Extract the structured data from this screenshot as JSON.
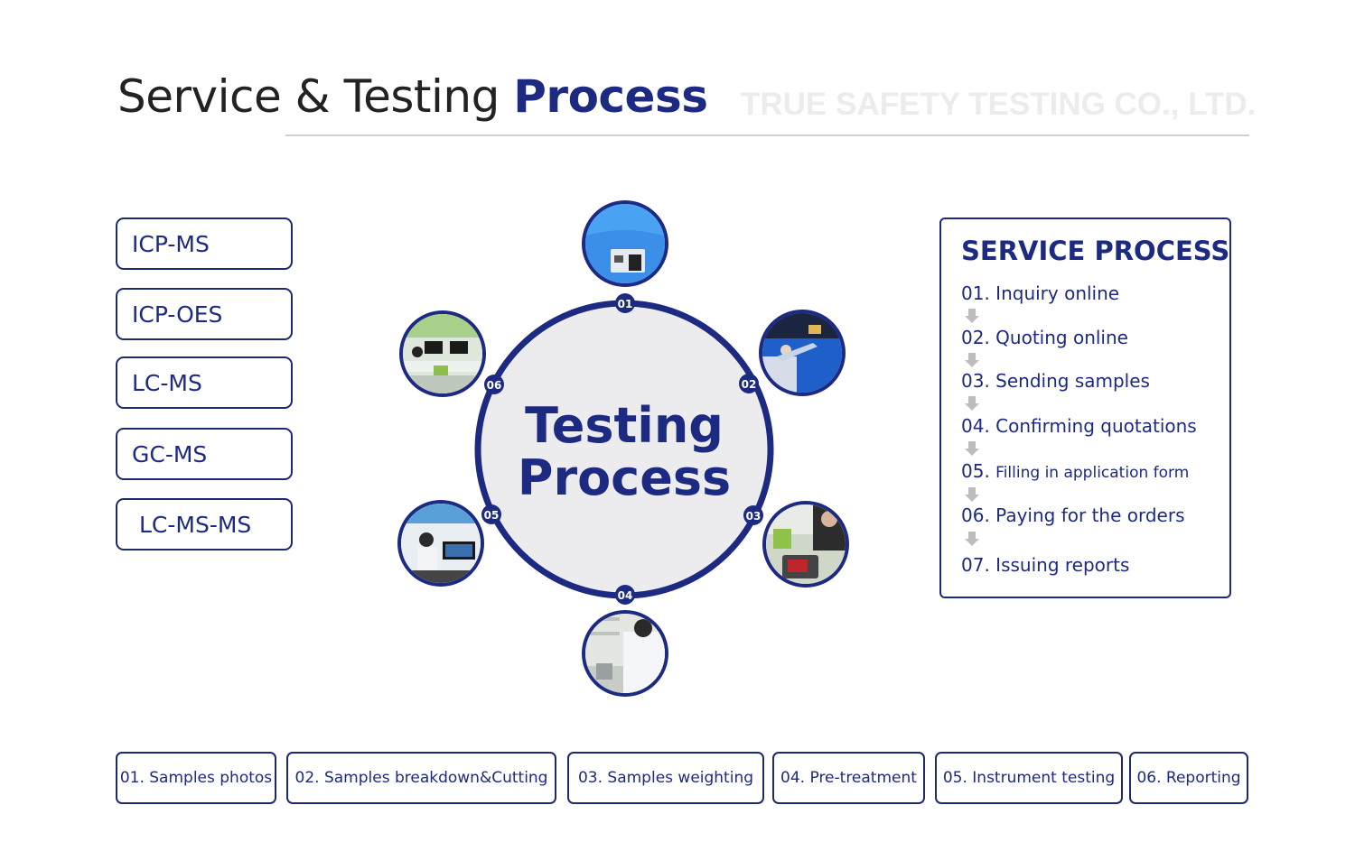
{
  "header": {
    "title_regular": "Service & Testing",
    "title_bold": "Process",
    "watermark": "TRUE SAFETY TESTING CO., LTD."
  },
  "methods": [
    "ICP-MS",
    "ICP-OES",
    "LC-MS",
    "GC-MS",
    "LC-MS-MS"
  ],
  "center": {
    "line1": "Testing",
    "line2": "Process"
  },
  "nodes": [
    {
      "number": "01",
      "photo": "lab-photo-samples"
    },
    {
      "number": "02",
      "photo": "lab-photo-cutting"
    },
    {
      "number": "03",
      "photo": "lab-photo-weighting"
    },
    {
      "number": "04",
      "photo": "lab-photo-pretreatment"
    },
    {
      "number": "05",
      "photo": "lab-photo-instrument"
    },
    {
      "number": "06",
      "photo": "lab-photo-reporting"
    }
  ],
  "service_process": {
    "title": "SERVICE PROCESS",
    "items": [
      {
        "num": "01.",
        "text": "Inquiry online"
      },
      {
        "num": "02.",
        "text": "Quoting online"
      },
      {
        "num": "03.",
        "text": "Sending samples"
      },
      {
        "num": "04.",
        "text": "Confirming quotations"
      },
      {
        "num": "05.",
        "text": "Filling in application form"
      },
      {
        "num": "06.",
        "text": "Paying for the orders"
      },
      {
        "num": "07.",
        "text": "Issuing reports"
      }
    ]
  },
  "steps": [
    "01. Samples photos",
    "02. Samples breakdown&Cutting",
    "03. Samples weighting",
    "04. Pre-treatment",
    "05. Instrument testing",
    "06. Reporting"
  ],
  "colors": {
    "brand_navy": "#1d2a82",
    "center_fill": "#ececee",
    "rule": "#cfcfcf",
    "arrow": "#bdbdbd"
  }
}
